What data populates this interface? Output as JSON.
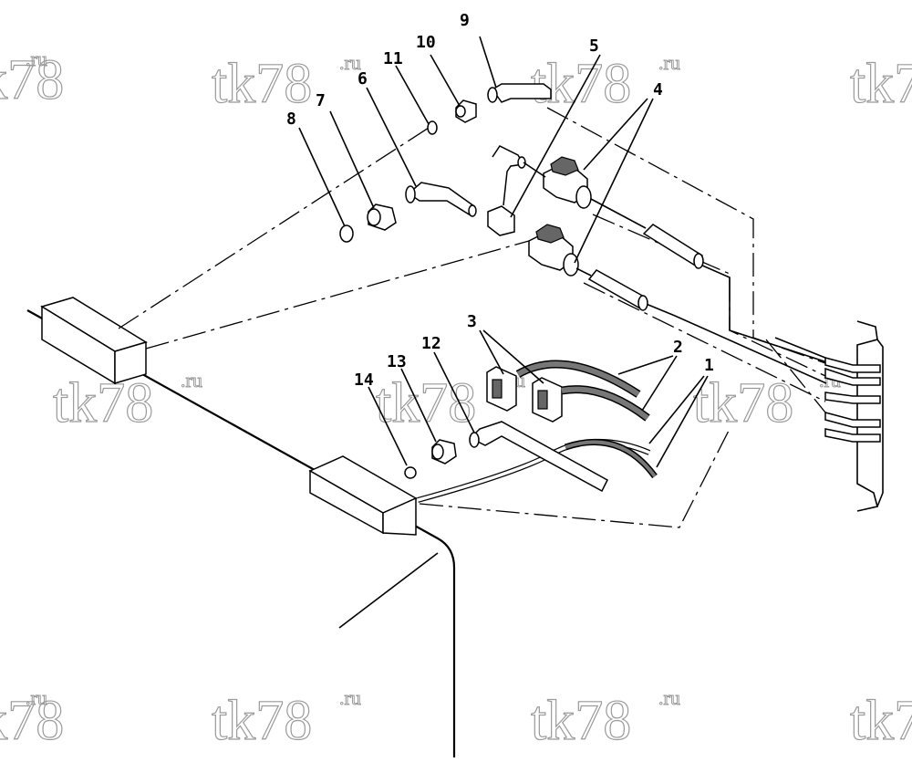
{
  "callouts": {
    "c1": "1",
    "c2": "2",
    "c3": "3",
    "c4": "4",
    "c5": "5",
    "c6": "6",
    "c7": "7",
    "c8": "8",
    "c9": "9",
    "c10": "10",
    "c11": "11",
    "c12": "12",
    "c13": "13",
    "c14": "14"
  },
  "watermark": {
    "main": "tk78",
    "sup": ".ru"
  },
  "colors": {
    "line": "#000000",
    "watermark": "#9a9a9a",
    "background": "#ffffff"
  }
}
